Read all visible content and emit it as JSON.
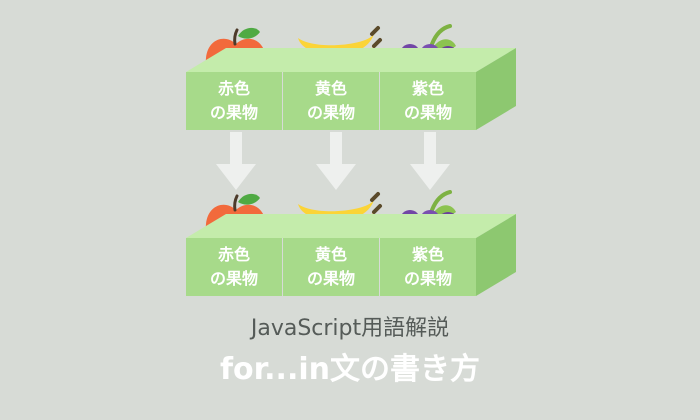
{
  "colors": {
    "background": "#d7dbd6",
    "box_front": "#a7da8a",
    "box_top": "#c4ecab",
    "box_side": "#8dc870",
    "arrow": "#eef0ee",
    "title_text": "#ffffff",
    "subtitle_text": "#555b58"
  },
  "rows": {
    "top": {
      "boxes": [
        {
          "line1": "赤色",
          "line2": "の果物",
          "fruit": "apple-icon"
        },
        {
          "line1": "黄色",
          "line2": "の果物",
          "fruit": "banana-icon"
        },
        {
          "line1": "紫色",
          "line2": "の果物",
          "fruit": "grape-icon"
        }
      ]
    },
    "bottom": {
      "boxes": [
        {
          "line1": "赤色",
          "line2": "の果物",
          "fruit": "apple-icon"
        },
        {
          "line1": "黄色",
          "line2": "の果物",
          "fruit": "banana-icon"
        },
        {
          "line1": "紫色",
          "line2": "の果物",
          "fruit": "grape-icon"
        }
      ]
    }
  },
  "subtitle": "JavaScript用語解説",
  "title": "for...in文の書き方"
}
